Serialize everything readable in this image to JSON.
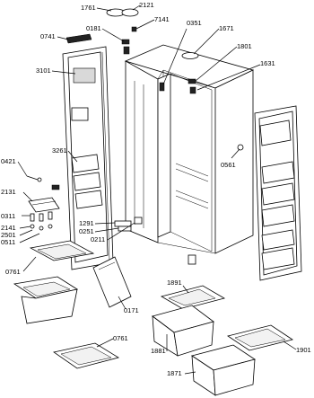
{
  "callouts": {
    "c1761": "1761",
    "c2121": "2121",
    "c7141": "7141",
    "c0181": "0181",
    "c0351": "0351",
    "c1671": "1671",
    "c0741": "0741",
    "c1801": "1801",
    "c1631": "1631",
    "c3101": "3101",
    "c3261": "3261",
    "c0421": "0421",
    "c0561": "0561",
    "c2131": "2131",
    "c0311": "0311",
    "c1291": "1291",
    "c0251": "0251",
    "c2141": "2141",
    "c0211": "0211",
    "c2501": "2501",
    "c0511": "0511",
    "c0761a": "0761",
    "c0171": "0171",
    "c1891": "1891",
    "c1881": "1881",
    "c0761b": "0761",
    "c1901": "1901",
    "c1871": "1871"
  }
}
